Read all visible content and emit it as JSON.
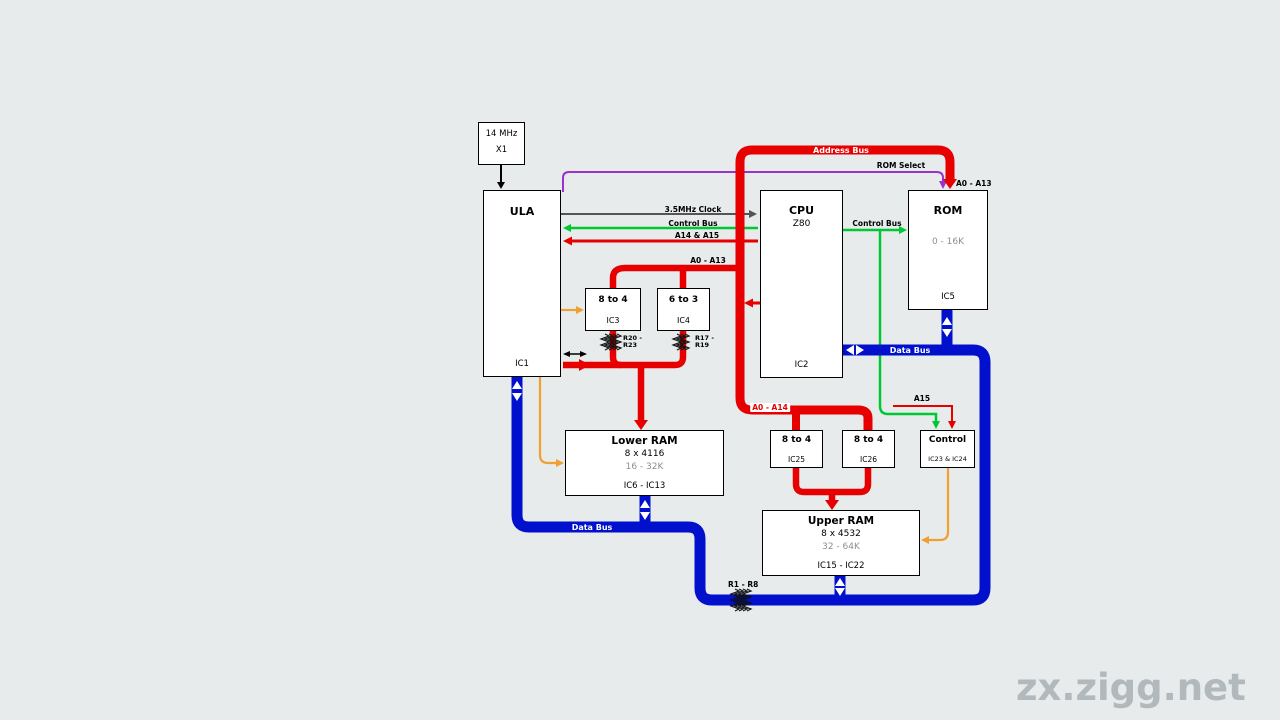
{
  "watermark": "zx.zigg.net",
  "colors": {
    "address_bus": "#e60000",
    "data_bus": "#0010cc",
    "control": "#00c832",
    "clock": "#555555",
    "rom_select": "#9933cc",
    "misc": "#f0a030",
    "background": "#e7ebec",
    "watermark": "#b2b9bd"
  },
  "boxes": {
    "crystal": {
      "title": "14 MHz",
      "sub": "X1"
    },
    "ula": {
      "title": "ULA",
      "ic": "IC1"
    },
    "cpu": {
      "title": "CPU",
      "sub": "Z80",
      "ic": "IC2"
    },
    "rom": {
      "title": "ROM",
      "range": "0 - 16K",
      "ic": "IC5"
    },
    "mux_ic3": {
      "title": "8 to 4",
      "ic": "IC3"
    },
    "mux_ic4": {
      "title": "6 to 3",
      "ic": "IC4"
    },
    "lower_ram": {
      "title": "Lower RAM",
      "sub": "8 x 4116",
      "range": "16 - 32K",
      "ic": "IC6 - IC13"
    },
    "mux_ic25": {
      "title": "8 to 4",
      "ic": "IC25"
    },
    "mux_ic26": {
      "title": "8 to 4",
      "ic": "IC26"
    },
    "control": {
      "title": "Control",
      "ic": "IC23 & IC24"
    },
    "upper_ram": {
      "title": "Upper RAM",
      "sub": "8 x 4532",
      "range": "32 - 64K",
      "ic": "IC15 - IC22"
    }
  },
  "labels": {
    "address_bus": "Address Bus",
    "rom_select": "ROM Select",
    "rom_a0_a13": "A0 - A13",
    "clock": "3.5MHz Clock",
    "control_bus_ula": "Control Bus",
    "control_bus_rom": "Control Bus",
    "a14_a15": "A14 & A15",
    "mux_a0_a13": "A0 - A13",
    "a0_a14": "A0 - A14",
    "a15": "A15",
    "data_bus_upper": "Data Bus",
    "data_bus_lower": "Data Bus",
    "r20_r23": "R20 - R23",
    "r17_r19": "R17 - R19",
    "r1_r8": "R1 - R8"
  }
}
